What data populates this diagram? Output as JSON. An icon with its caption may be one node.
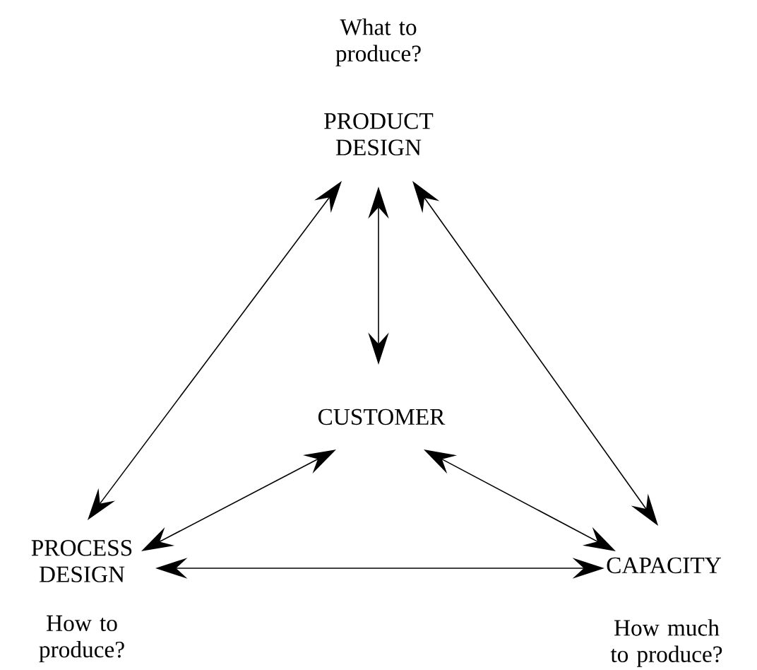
{
  "diagram": {
    "nodes": [
      {
        "text": [
          "PRODUCT DESIGN"
        ],
        "beside": [
          "What to produce?"
        ]
      },
      {
        "text": [
          "CUSTOMER"
        ]
      },
      {
        "text": [
          "PROCESS DESIGN"
        ],
        "beside": [
          "How to produce?"
        ]
      },
      {
        "text": [
          "CAPACITY"
        ],
        "beside": [
          "How much to produce?"
        ]
      }
    ],
    "edges": [
      {
        "from": 0,
        "to": 2,
        "arrow": "both"
      },
      {
        "from": 0,
        "to": 1,
        "arrow": "both"
      },
      {
        "from": 0,
        "to": 3,
        "arrow": "both"
      },
      {
        "from": 1,
        "to": 2,
        "arrow": "both"
      },
      {
        "from": 1,
        "to": 3,
        "arrow": "both"
      },
      {
        "from": 2,
        "to": 3,
        "arrow": "both"
      }
    ]
  }
}
